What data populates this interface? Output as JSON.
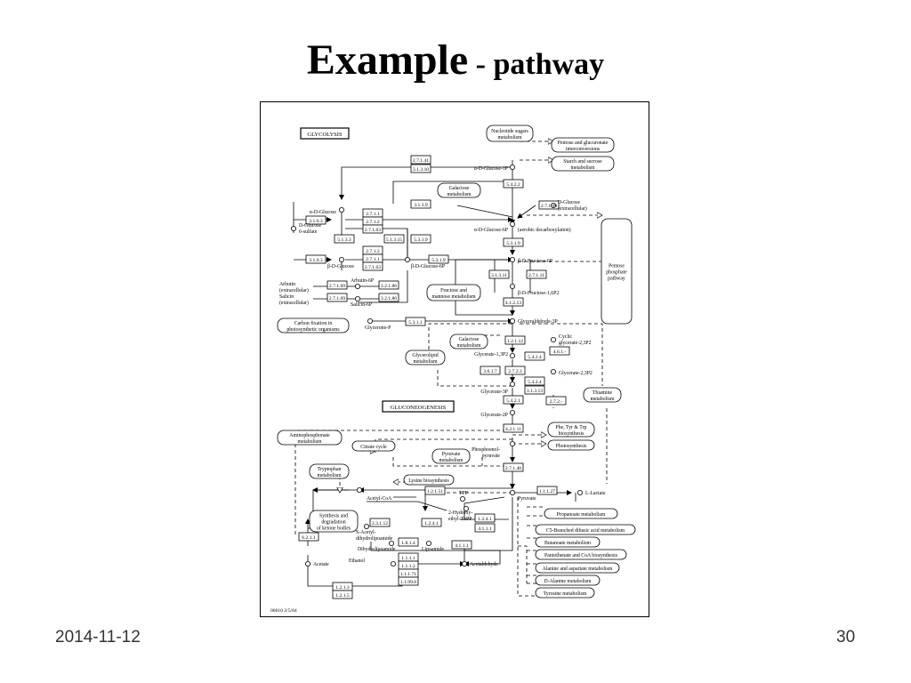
{
  "slide": {
    "title_main": "Example",
    "title_sub": " - pathway",
    "date": "2014-11-12",
    "page": "30"
  },
  "diagram": {
    "map_code": "00010  2/5/04",
    "boxes": {
      "glycolysis": "GLYCOLYSIS",
      "gluconeogenesis": "GLUCONEOGENESIS"
    },
    "pathways": {
      "nucleotide": [
        "Nucleotide sugars",
        "metabolism"
      ],
      "pentose_gluc": [
        "Pentose and glucuronate",
        "interconversions"
      ],
      "starch": [
        "Starch and sucrose",
        "metabolism"
      ],
      "galactose1": [
        "Galactose",
        "metabolism"
      ],
      "pentose_phos": [
        "Pentose",
        "phosphate",
        "pathway"
      ],
      "fructose": [
        "Fructose and",
        "mannose metabolism"
      ],
      "carbon_fix": [
        "Carbon fixation in",
        "photosynthetic organisms"
      ],
      "galactose2": [
        "Galactose",
        "metabolism"
      ],
      "glycerolipid": [
        "Glycerolipid",
        "metabolism"
      ],
      "thiamine": [
        "Thiamine",
        "metabolism"
      ],
      "aminophos": [
        "Aminophosphonate",
        "metabolism"
      ],
      "citrate": [
        "Citrate cycle"
      ],
      "pyruvate_met": [
        "Pyruvate",
        "metabolism"
      ],
      "phe_tyr": [
        "Phe, Tyr & Trp",
        "biosynthesis"
      ],
      "photosynthesis": [
        "Photosynthesis"
      ],
      "tryptophan": [
        "Tryptophan",
        "metabolism"
      ],
      "lysine": [
        "Lysine biosynthesis"
      ],
      "ketone": [
        "Synthesis and",
        "degradation",
        "of ketone bodies"
      ],
      "propanoate": [
        "Propanoate metabolism"
      ],
      "c5": [
        "C5-Branched dibasic acid metabolism"
      ],
      "butanoate": [
        "Butanoate metabolism"
      ],
      "pantothenate": [
        "Pantothenate and CoA biosynthesis"
      ],
      "alanine": [
        "Alanine and aspartate metabolism"
      ],
      "dalanine": [
        "D-Alanine metabolism"
      ],
      "tyrosine": [
        "Tyrosine metabolism"
      ]
    },
    "enzymes": {
      "e27141": "2.7.1.41",
      "e31310": "3.1.3.10",
      "e5422a": "5.4.2.2",
      "e3139": "3.1.3.9",
      "e27169a": "2.7.1.69",
      "e2711a": "2.7.1.1",
      "e2712a": "2.7.1.2",
      "e27163a": "2.7.1.63",
      "e3163a": "3.1.6.3",
      "e5133": "5.1.3.3",
      "e51315": "5.1.3.15",
      "e5319a": "5.3.1.9",
      "e5319b": "5.3.1.9",
      "e5319c": "5.3.1.9",
      "e2712b": "2.7.1.2",
      "e2711b": "2.7.1.1",
      "e27163b": "2.7.1.63",
      "e3163b": "3.1.6.3",
      "e27169b": "2.7.1.69",
      "e27169c": "2.7.1.69",
      "e32186a": "3.2.1.86",
      "e32186b": "3.2.1.86",
      "e31311": "3.1.3.11",
      "e27111": "2.7.1.11",
      "e41213": "4.1.2.13",
      "e5311": "5.3.1.1",
      "e51212": "1.2.1.12",
      "e5424a": "5.4.2.4",
      "e461": "4.6.1.-",
      "e3617": "3.6.1.7",
      "e2723": "2.7.2.3",
      "e5424b": "5.4.2.4",
      "e31313": "3.1.3.13",
      "e5421": "5.4.2.1",
      "e272": "2.7.2.-",
      "e42111": "4.2.1.11",
      "e27140": "2.7.1.40",
      "e12151": "1.2.1.51",
      "e11127": "1.1.1.27",
      "e12141a": "1.2.4.1",
      "e12141b": "1.2.4.1",
      "e41411": "4.1.1.1",
      "e23112": "2.3.1.12",
      "e1814": "1.8.1.4",
      "e4111": "4.1.1.1",
      "e6211": "6.2.1.1",
      "e1111": "1.1.1.1",
      "e1112": "1.1.1.2",
      "e11171": "1.1.1.71",
      "e11998": "1.1.99.8",
      "e1213": "1.2.1.3",
      "e1215": "1.2.1.5"
    },
    "compounds": {
      "aglc1p": "α-D-Glucose-1P",
      "dglc_ext": [
        "D-Glucose",
        "(extracellular)"
      ],
      "aglc": "α-D-Glucose",
      "dglc6s": [
        "D-Glucose",
        "6-sulfate"
      ],
      "aglc6p": "α-D-Glucose-6P",
      "aerobic": "(aerobic decarboxylation)",
      "bglc": "β-D-Glucose",
      "bglc6p": "β-D-Glucose-6P",
      "bfru6p": "β-D-Fructose-6P",
      "bfru16p": "β-D-Fructose-1,6P2",
      "arbutin": [
        "Arbutin",
        "(extracellular)"
      ],
      "arbutin6p": "Arbutin-6P",
      "salicin": [
        "Salicin",
        "(extracellular)"
      ],
      "salicin6p": "Salicin-6P",
      "glycerone": "Glycerone-P",
      "g3p": "Glyceraldehyde-3P",
      "cyclic": [
        "Cyclic",
        "glycerate-2,3P2"
      ],
      "g13p": "Glycerate-1,3P2",
      "g23p": "Glycerate-2,3P2",
      "g3pa": "Glycerate-3P",
      "g2p": "Glycerate-2P",
      "pep": [
        "Phosphoenol-",
        "pyruvate"
      ],
      "acetylcoa": "Acetyl-CoA",
      "tpp": "TPP",
      "hydroxy": [
        "2-Hydroxy-",
        "ethyl-ThPP"
      ],
      "pyruvate": "Pyruvate",
      "llactate": "L-Lactate",
      "sacetyl": [
        "S-Acetyl-",
        "dihydrolipoamide"
      ],
      "dihydro": "Dihydrolipoamide",
      "lipoamide": "Lipoamide",
      "acetate": "Acetate",
      "ethanol": "Ethanol",
      "acetaldehyde": "Acetaldehyde"
    }
  }
}
